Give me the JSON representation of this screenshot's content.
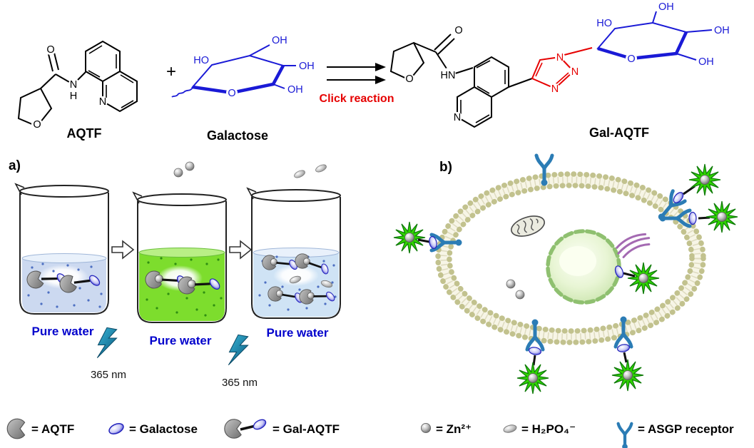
{
  "figure": {
    "panel_a_label": "a)",
    "panel_b_label": "b)"
  },
  "scheme": {
    "plus": "+",
    "arrow_label": "Click reaction",
    "aqtf": {
      "name": "AQTF",
      "atoms": {
        "o_carbonyl": "O",
        "o_ring": "O",
        "n_amide": "N",
        "h_amide": "H",
        "n_quinoline": "N"
      }
    },
    "galactose": {
      "name": "Galactose",
      "atoms": {
        "oh_top": "OH",
        "ho_left": "HO",
        "oh_right": "OH",
        "oh_bottom": "OH",
        "o_ring": "O"
      }
    },
    "gal_aqtf": {
      "name": "Gal-AQTF",
      "atoms": {
        "o_carbonyl": "O",
        "o_ring": "O",
        "hn_amide": "HN",
        "n_quinoline": "N",
        "triazole_n1": "N",
        "triazole_n2": "N",
        "triazole_n3": "N",
        "oh_top": "OH",
        "ho_left": "HO",
        "oh_right": "OH",
        "oh_bottom": "OH",
        "o_sugar_ring": "O"
      }
    }
  },
  "panel_a": {
    "captions": [
      "Pure water",
      "Pure water",
      "Pure water"
    ],
    "uv": [
      "365 nm",
      "365 nm"
    ]
  },
  "legend": {
    "items": [
      {
        "label": "= AQTF"
      },
      {
        "label": "= Galactose"
      },
      {
        "label": "= Gal-AQTF"
      },
      {
        "label": "= Zn²⁺"
      },
      {
        "label": "= H₂PO₄⁻"
      },
      {
        "label": "= ASGP receptor"
      }
    ]
  },
  "colors": {
    "chem_blue": "#1a1ad6",
    "chem_red": "#e60000",
    "water_text_blue": "#0000cc",
    "beaker_liquid_blue": "#ccd9f0",
    "beaker_liquid_green": "#7ddd2d",
    "uv_bolt_teal": "#1d85a8",
    "membrane_tan": "#c2c28e",
    "star_green": "#2fd400",
    "receptor_blue": "#2b7cb5"
  }
}
